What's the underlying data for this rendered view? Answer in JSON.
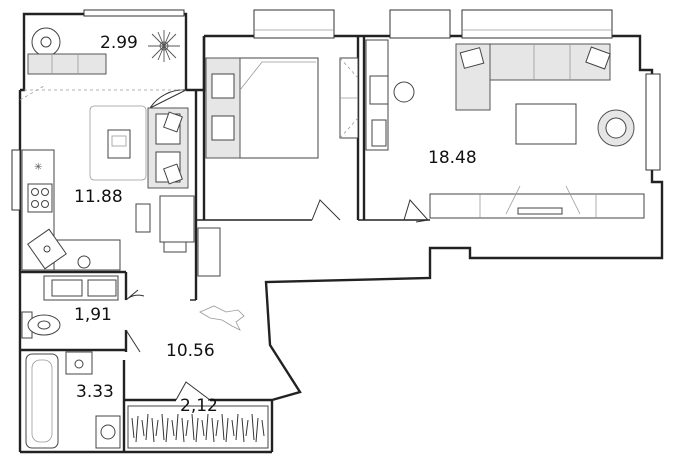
{
  "rooms": [
    {
      "id": "balcony",
      "area": "2.99"
    },
    {
      "id": "kitchen",
      "area": "11.88"
    },
    {
      "id": "living-room",
      "area": "18.48"
    },
    {
      "id": "toilet",
      "area": "1,91"
    },
    {
      "id": "hallway",
      "area": "10.56"
    },
    {
      "id": "bathroom",
      "area": "3.33"
    },
    {
      "id": "wardrobe",
      "area": "2,12"
    }
  ],
  "colors": {
    "wall": "#222222",
    "furniture_fill": "#e6e6e6",
    "background": "#ffffff"
  }
}
